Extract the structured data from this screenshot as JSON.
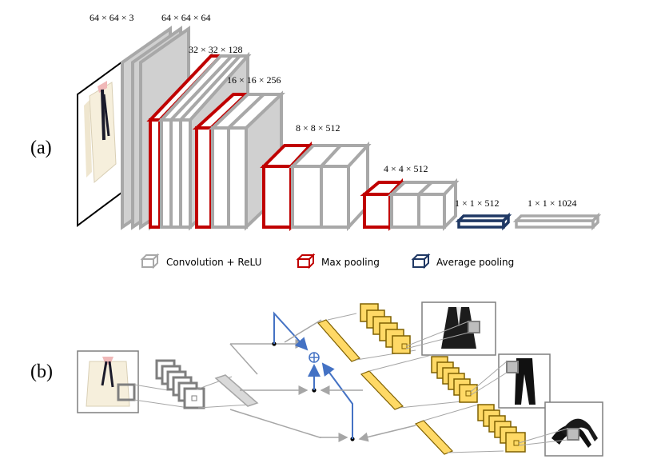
{
  "panel_a": {
    "label": "(a)",
    "dims": {
      "input": "64 × 64 × 3",
      "conv1": "64 × 64 × 64",
      "conv2": "32 × 32 × 128",
      "conv3": "16 × 16 × 256",
      "conv4": "8 × 8 × 512",
      "conv5": "4 × 4 × 512",
      "avgpool": "1 × 1 × 512",
      "fc": "1 × 1 × 1024"
    },
    "legend": {
      "conv": "Convolution + ReLU",
      "maxpool": "Max pooling",
      "avgpool": "Average pooling"
    }
  },
  "panel_b": {
    "label": "(b)",
    "items": [
      "blouse",
      "blazer",
      "pants",
      "heels"
    ]
  },
  "colors": {
    "conv_stroke": "#a8a8a8",
    "conv_fill_dark": "#d0d0d0",
    "maxpool": "#c00000",
    "avgpool": "#1f3864",
    "feature_yellow": "#ffd966",
    "feature_stroke": "#7f6000",
    "arrow_blue": "#4472c4",
    "arrow_gray": "#a6a6a6"
  }
}
